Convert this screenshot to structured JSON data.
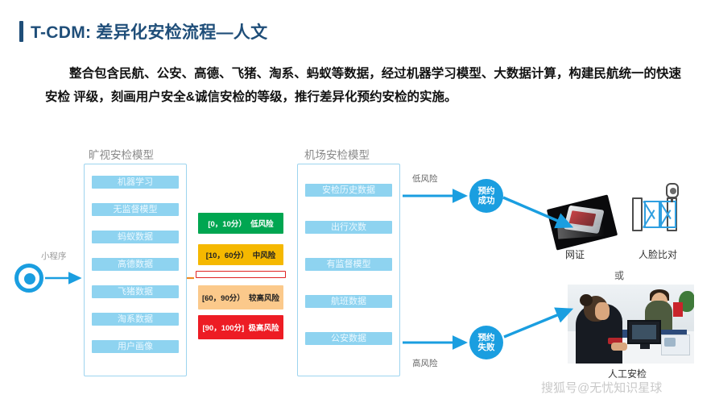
{
  "slide": {
    "title": "T-CDM: 差异化安检流程—人文",
    "accent_color": "#1f4e79",
    "paragraph": "整合包含民航、公安、高德、飞猪、淘系、蚂蚁等数据，经过机器学习模型、大数据计算，构建民航统一的快速安检 评级，刻画用户安全&诚信安检的等级，推行差异化预约安检的实施。",
    "watermark": "搜狐号@无忧知识星球"
  },
  "entry": {
    "label": "小程序"
  },
  "models": [
    {
      "caption": "旷视安检模型",
      "items": [
        "机器学习",
        "无监督模型",
        "蚂蚁数据",
        "高德数据",
        "飞猪数据",
        "淘系数据",
        "用户画像"
      ]
    },
    {
      "caption": "机场安检模型",
      "items": [
        "安检历史数据",
        "出行次数",
        "有监督模型",
        "航班数据",
        "公安数据"
      ]
    }
  ],
  "risk_levels": [
    {
      "range": "[0，10分）",
      "label": "低风险",
      "color": "#00a651"
    },
    {
      "range": "[10，60分）",
      "label": "中风险",
      "color": "#f5b800"
    },
    {
      "range": "[60，90分）",
      "label": "较高风险",
      "color": "#fbc98b"
    },
    {
      "range": "[90，100分]",
      "label": "极高风险",
      "color": "#ed1c24"
    }
  ],
  "flow_labels": {
    "low_risk": "低风险",
    "high_risk": "高风险"
  },
  "outcomes": [
    {
      "line1": "预约",
      "line2": "成功"
    },
    {
      "line1": "预约",
      "line2": "失败"
    }
  ],
  "right_panel": {
    "netid_caption": "网证",
    "face_caption": "人脸比对",
    "or_text": "或",
    "manual_caption": "人工安检"
  }
}
